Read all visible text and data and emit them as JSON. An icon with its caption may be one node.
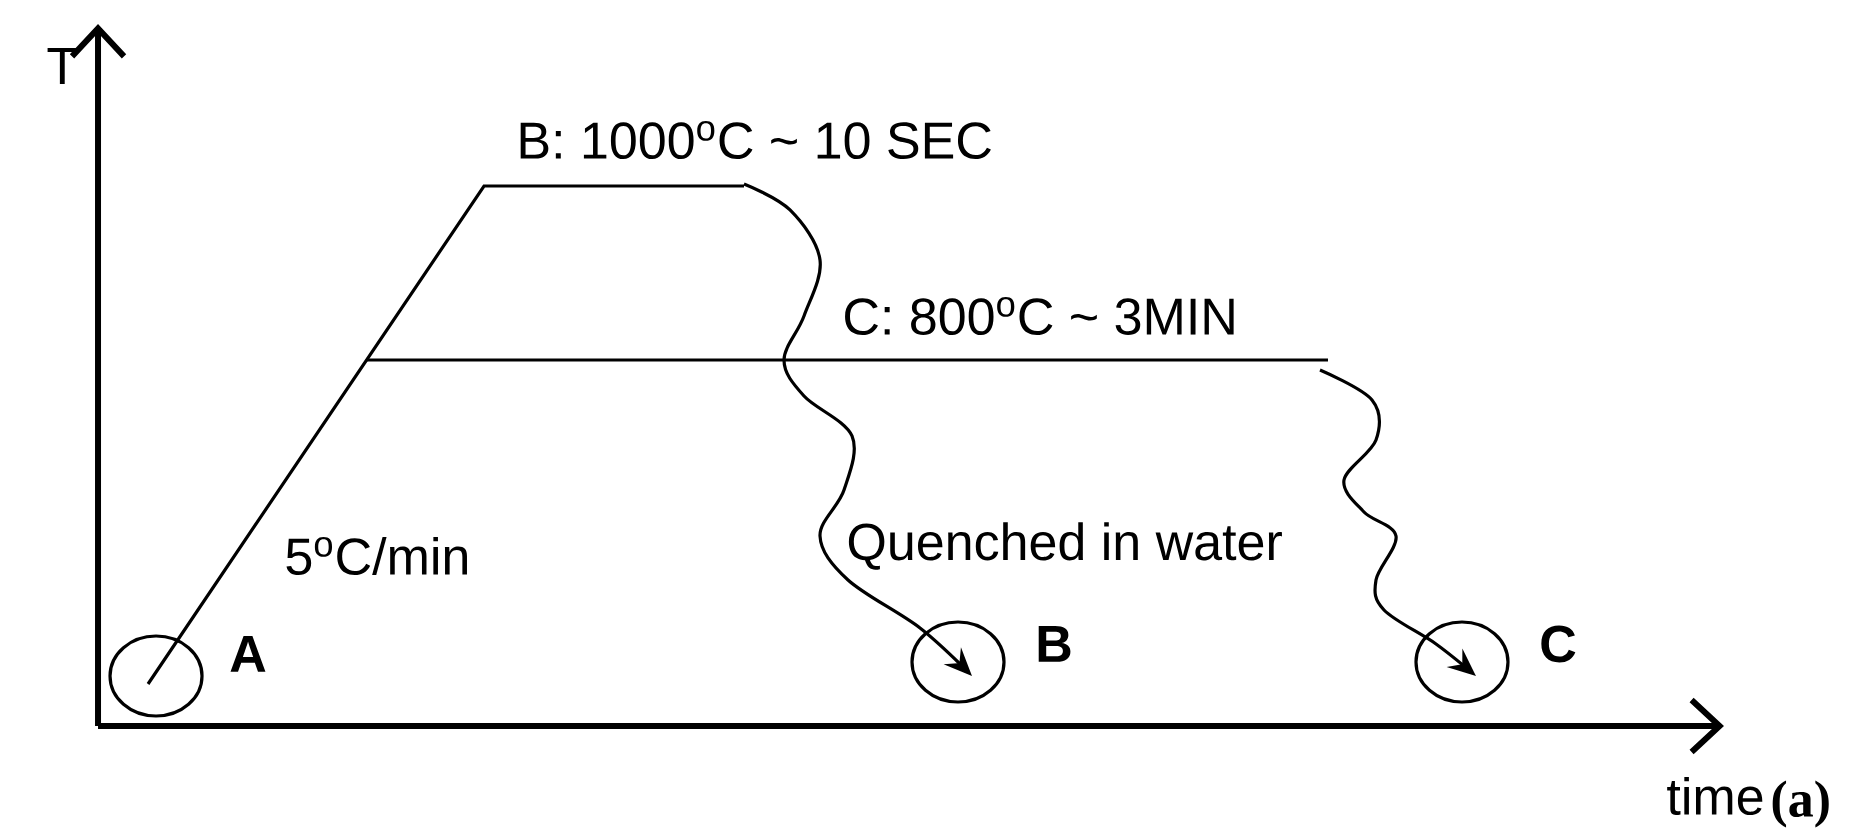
{
  "diagram": {
    "nodes": [
      {
        "text": [],
        "shape": "circle",
        "beside": [
          "A"
        ]
      },
      {
        "text": [],
        "shape": "circle",
        "beside": [
          "B"
        ]
      },
      {
        "text": [],
        "shape": "circle",
        "beside": [
          "C"
        ]
      }
    ],
    "edges": [
      {
        "from": null,
        "to": 1,
        "arrow": "to"
      },
      {
        "from": null,
        "to": 2,
        "arrow": "to"
      },
      {
        "from": 0,
        "to": null,
        "arrow": "none"
      }
    ],
    "labels": [
      "T",
      "B: 1000$^{o}$C ~ 10 SEC",
      "C: 800$^{o}$C ~ 3MIN",
      "5$^{o}$C/min",
      "Quenched in water",
      "time",
      "(a)"
    ]
  }
}
